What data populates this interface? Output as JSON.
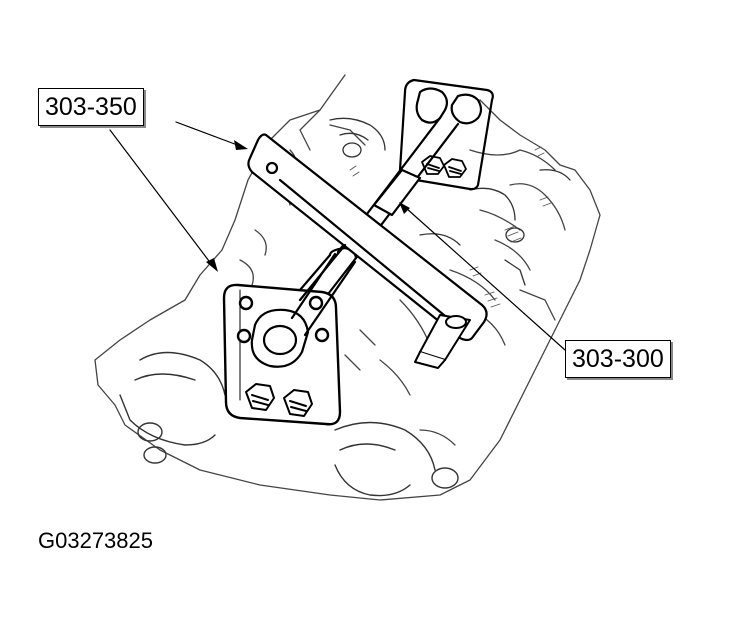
{
  "callouts": {
    "tool_a": "303-350",
    "tool_b": "303-300"
  },
  "figure_id": "G03273825",
  "colors": {
    "line": "#000000",
    "background": "#ffffff",
    "hatch": "#555555"
  }
}
